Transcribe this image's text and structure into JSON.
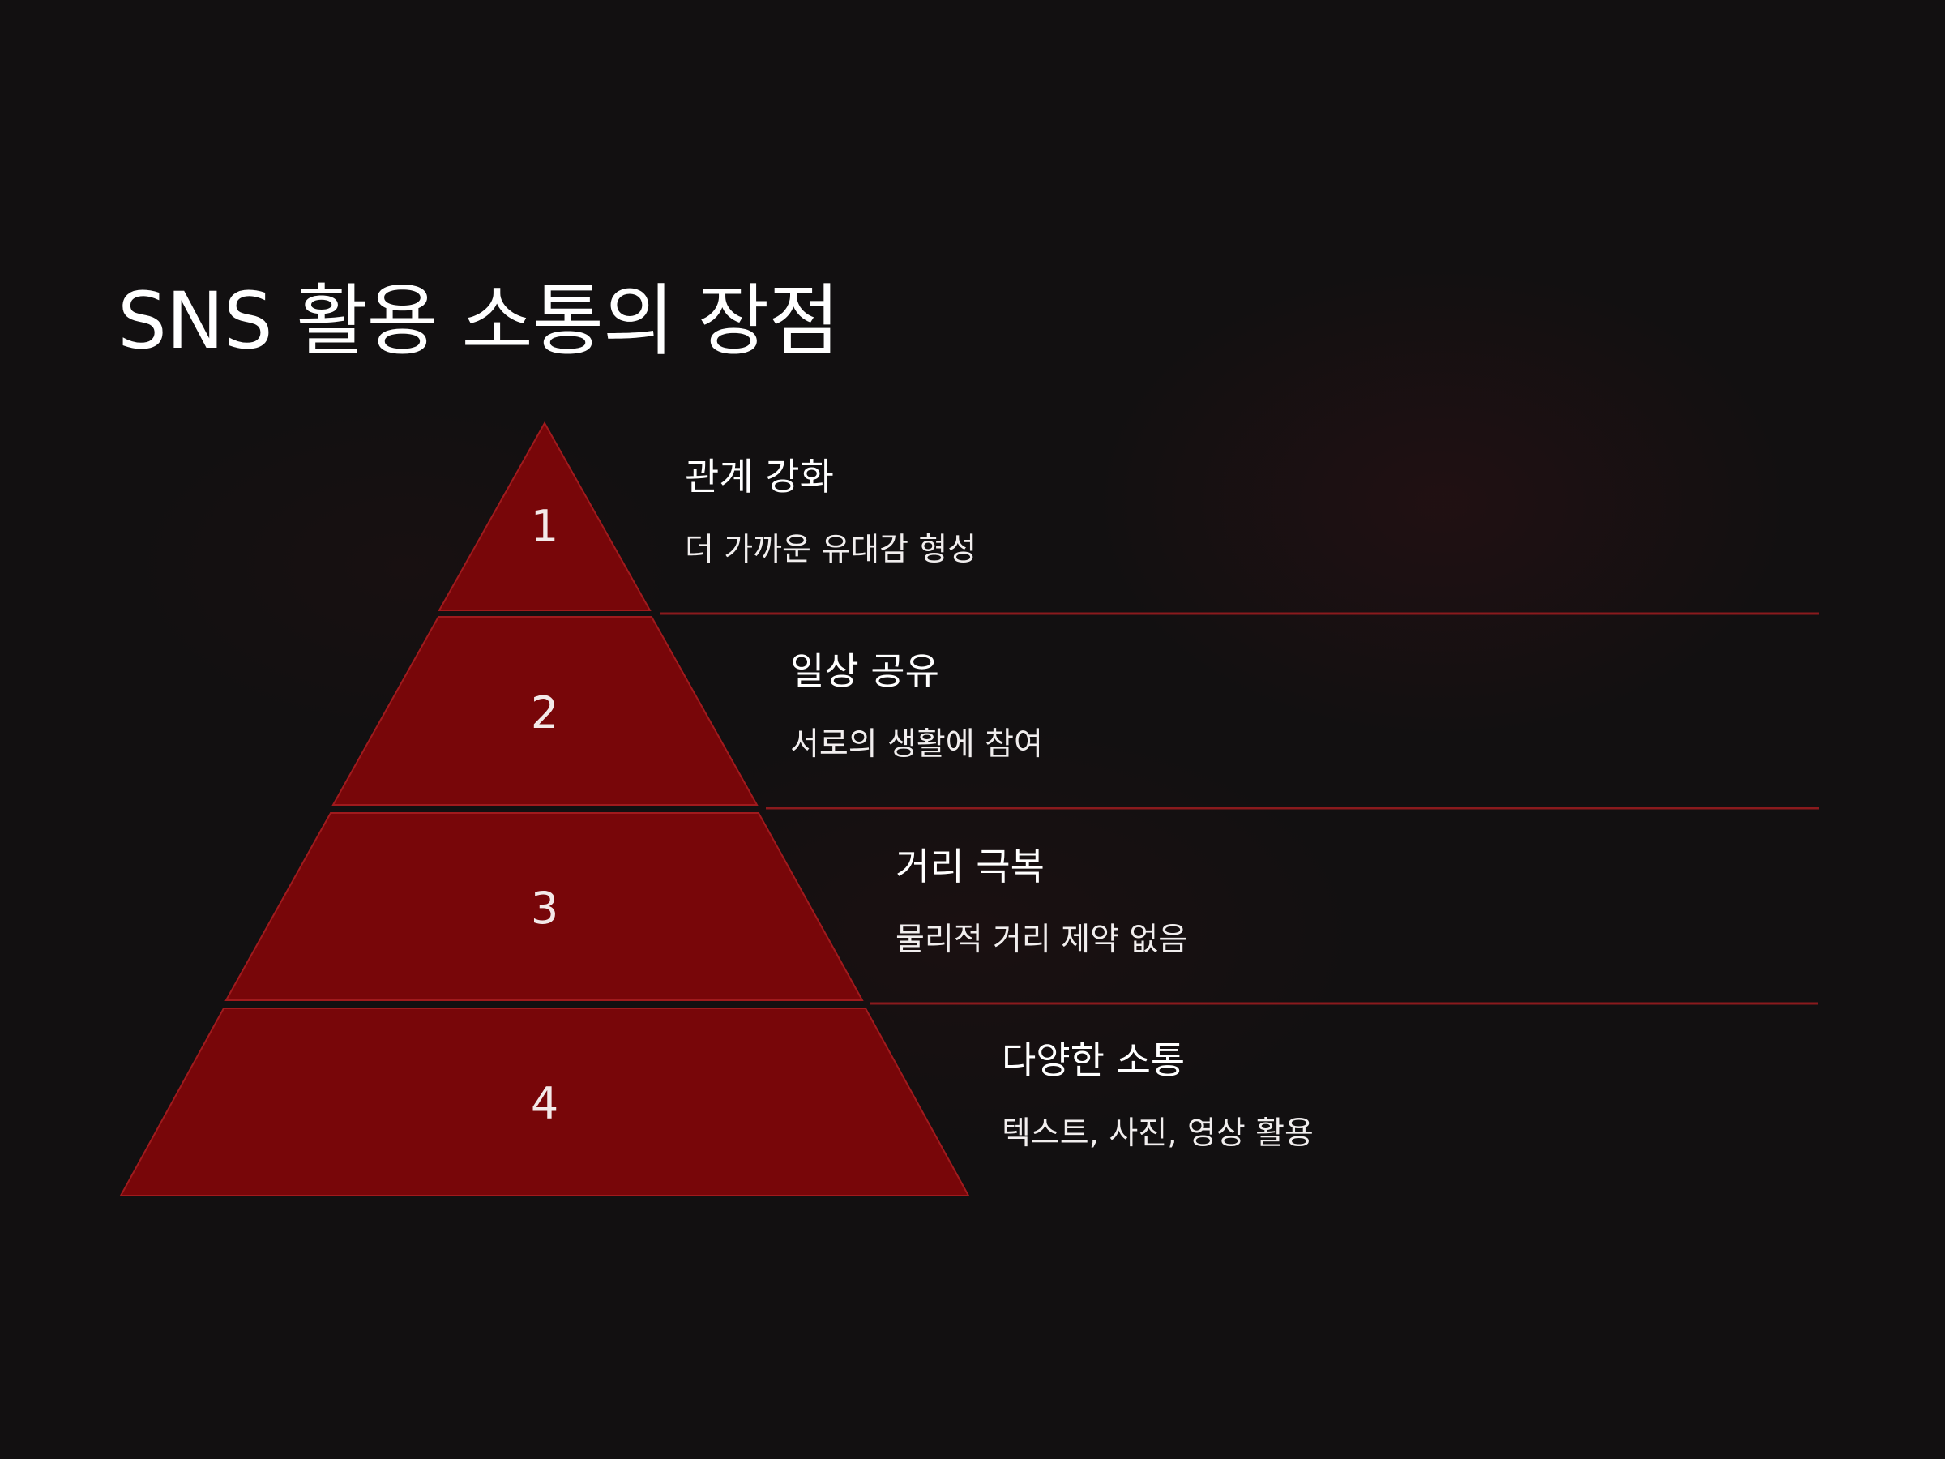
{
  "title": "SNS 활용 소통의 장점",
  "colors": {
    "background": "#121011",
    "tier_fill": "#780609",
    "tier_stroke": "#a01a1d",
    "divider": "#8a1a1d",
    "number": "#f3e9e9"
  },
  "tiers": [
    {
      "number": "1",
      "heading": "관계 강화",
      "description": "더 가까운 유대감 형성"
    },
    {
      "number": "2",
      "heading": "일상 공유",
      "description": "서로의 생활에 참여"
    },
    {
      "number": "3",
      "heading": "거리 극복",
      "description": "물리적 거리 제약 없음"
    },
    {
      "number": "4",
      "heading": "다양한 소통",
      "description": "텍스트, 사진, 영상 활용"
    }
  ]
}
